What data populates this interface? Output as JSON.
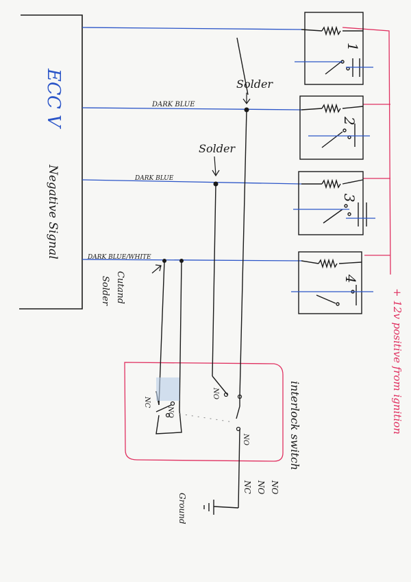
{
  "ecu": {
    "title": "ECC V",
    "subtitle": "Negative Signal"
  },
  "wires": {
    "dark_blue_1": "DARK BLUE",
    "dark_blue_2": "DARK BLUE",
    "dark_blue_white": "DARK BLUE/WHITE"
  },
  "annotations": {
    "solder_1": "Solder",
    "solder_2": "Solder",
    "cut_and_solder_1": "Cutand",
    "cut_and_solder_2": "Solder",
    "ground": "Ground",
    "positive_supply": "+ 12v positive from ignition"
  },
  "relays": [
    {
      "number": "1"
    },
    {
      "number": "2"
    },
    {
      "number": "3"
    },
    {
      "number": "4"
    }
  ],
  "interlock": {
    "label": "interlock switch",
    "contact_no_1": "NO",
    "contact_nc": "NC",
    "contact_no_2": "NO",
    "contact_no_3": "NO",
    "legend": [
      "NO",
      "NO",
      "NC"
    ]
  },
  "colors": {
    "paper": "#f7f7f5",
    "ink": "#1a1a1a",
    "blue_wire": "#2b55c8",
    "red_wire": "#e03060"
  }
}
